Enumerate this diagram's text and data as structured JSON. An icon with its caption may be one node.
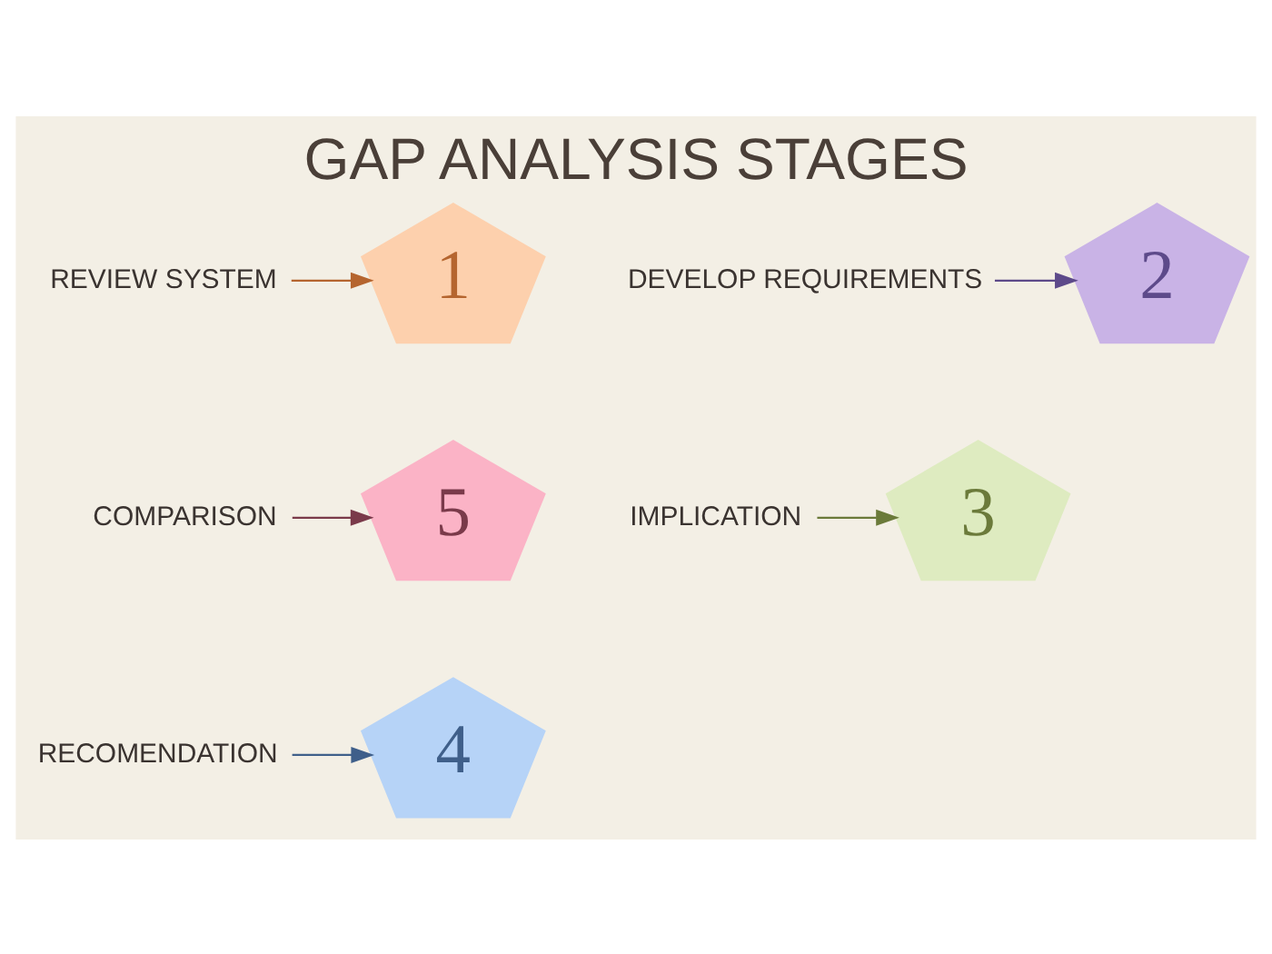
{
  "diagram": {
    "title": "GAP ANALYSIS STAGES",
    "nodes": [
      {
        "text": [
          "1"
        ]
      },
      {
        "text": [
          "2"
        ]
      },
      {
        "text": [
          "3"
        ]
      },
      {
        "text": [
          "4"
        ]
      },
      {
        "text": [
          "5"
        ]
      },
      {
        "text": [
          "REVIEW SYSTEM"
        ]
      },
      {
        "text": [
          "DEVELOP REQUIREMENTS"
        ]
      },
      {
        "text": [
          "IMPLICATION"
        ]
      },
      {
        "text": [
          "RECOMENDATION"
        ]
      },
      {
        "text": [
          "COMPARISON"
        ]
      }
    ],
    "edges": [
      {
        "from": 5,
        "to": 0,
        "arrow": "to",
        "color": "#b5652f"
      },
      {
        "from": 6,
        "to": 1,
        "arrow": "to",
        "color": "#5d4a8a"
      },
      {
        "from": 7,
        "to": 2,
        "arrow": "to",
        "color": "#6b7a3a"
      },
      {
        "from": 8,
        "to": 3,
        "arrow": "to",
        "color": "#3f5f8a"
      },
      {
        "from": 9,
        "to": 4,
        "arrow": "to",
        "color": "#7a3a4a"
      }
    ]
  }
}
